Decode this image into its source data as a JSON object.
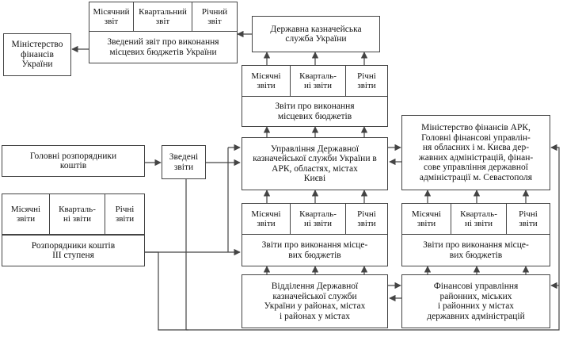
{
  "diagram": {
    "minfin": "Міністерство\nфінансів\nУкраїни",
    "top_report": {
      "periods": [
        "Місячний звіт",
        "Квартальний звіт",
        "Річний\nзвіт"
      ],
      "title": "Зведений звіт про виконання\nмісцевих бюджетів України"
    },
    "treasury": "Державна казначейська\nслужба України",
    "treasury_reports": {
      "periods": [
        "Місячні\nзвіти",
        "Кварталь-\nні звіти",
        "Річні\nзвіти"
      ],
      "title": "Звіти про виконання\nмісцевих бюджетів"
    },
    "head_managers": "Головні розпорядники\nкоштів",
    "consolidated": "Зведені\nзвіти",
    "regional_treasury": "Управління Державної\nказначейської служби України в АРК, областях, містах\nКиєві",
    "regional_finance": "Міністерство фінансів АРК,\nГоловні фінансові управлін-\nня обласних і м. Києва дер-\nжавних адміністрацій, фінан-\nсове управління державної\nадміністрації м. Севастополя",
    "managers_reports": {
      "periods": [
        "Місячні\nзвіти",
        "Кварталь-\nні звіти",
        "Річні\nзвіти"
      ]
    },
    "managers_3rd": "Розпорядники коштів\nІІІ ступеня",
    "mid_left_reports": {
      "periods": [
        "Місячні\nзвіти",
        "Кварталь-\nні звіти",
        "Річні\nзвіти"
      ],
      "title": "Звіти про виконання місце-\nвих бюджетів"
    },
    "mid_right_reports": {
      "periods": [
        "Місячні\nзвіти",
        "Кварталь-\nні звіти",
        "Річні\nзвіти"
      ],
      "title": "Звіти про виконання місце-\nвих бюджетів"
    },
    "district_treasury": "Відділення Державної\nказначейської служби\nУкраїни у районах, містах\nі районах у містах",
    "district_finance": "Фінансові управління\nрайонних, міських\nі районних у містах\nдержавних адміністрацій"
  }
}
